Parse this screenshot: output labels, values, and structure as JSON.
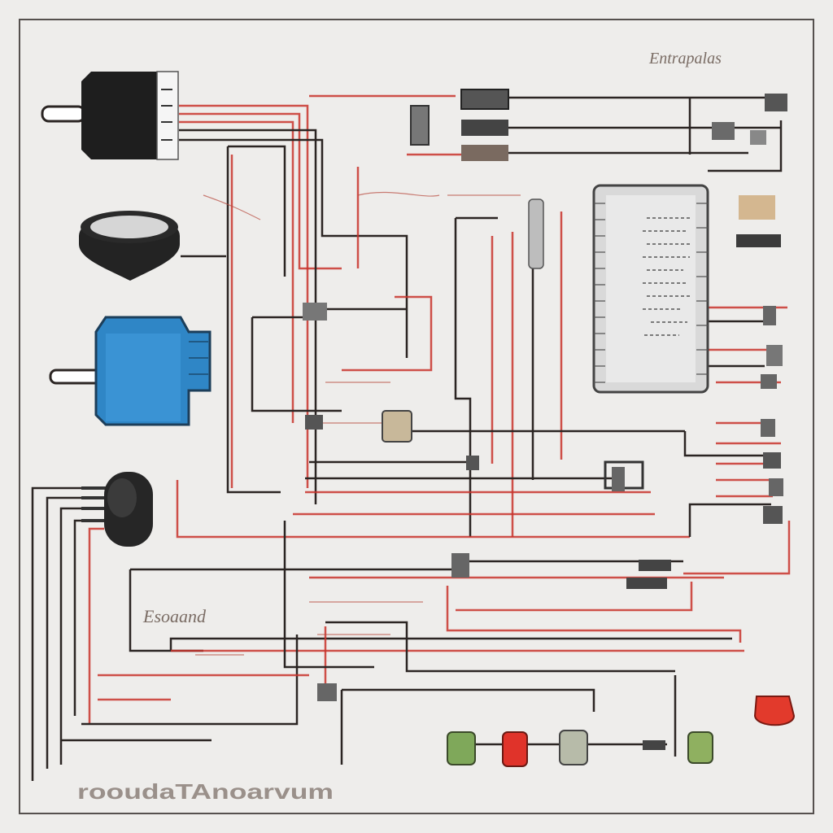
{
  "labels": {
    "top_right": "Entrapalas",
    "left_mid": "Esoaand",
    "bottom": "rooudaTAnoarvum"
  },
  "colors": {
    "background": "#eeedeb",
    "frame": "#55504e",
    "wire_red": "#c8322c",
    "wire_dark": "#2b2523",
    "relay_blue": "#2f86c6",
    "relay_dark": "#1e1e1e",
    "panel_gray": "#dcdcdc",
    "fuse_red": "#e0332a",
    "fuse_green": "#7fa85a"
  },
  "components": [
    {
      "name": "relay-black",
      "icon": "relay-icon"
    },
    {
      "name": "gauge-round",
      "icon": "gauge-icon"
    },
    {
      "name": "relay-blue",
      "icon": "relay-icon"
    },
    {
      "name": "connector-oval",
      "icon": "connector-icon"
    },
    {
      "name": "control-panel",
      "icon": "panel-icon"
    },
    {
      "name": "fuse-red",
      "icon": "fuse-icon"
    },
    {
      "name": "fuse-green",
      "icon": "fuse-icon"
    }
  ]
}
